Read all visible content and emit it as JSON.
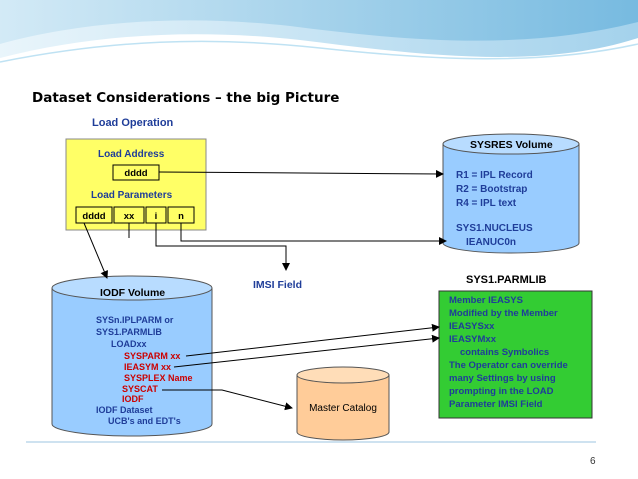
{
  "slide": {
    "title": "Dataset Considerations – the big Picture",
    "page_number": "6"
  },
  "load_operation": {
    "heading": "Load Operation",
    "address_label": "Load Address",
    "address_value": "dddd",
    "parameters_label": "Load Parameters",
    "parameter_fields": [
      "dddd",
      "xx",
      "i",
      "n"
    ]
  },
  "sysres": {
    "title": "SYSRES Volume",
    "lines": [
      "R1 = IPL Record",
      "R2 = Bootstrap",
      "R4 = IPL text"
    ],
    "nucleus": "SYS1.NUCLEUS",
    "nucleus_member": "IEANUC0n"
  },
  "imsi_label": "IMSI Field",
  "parmlib": {
    "heading": "SYS1.PARMLIB",
    "lines": [
      "Member IEASYS",
      "Modified by the Member",
      "IEASYSxx",
      "IEASYMxx",
      "contains Symbolics",
      "The Operator can override",
      "many Settings by using",
      "prompting in the LOAD",
      "Parameter IMSI Field"
    ]
  },
  "iodf": {
    "title": "IODF Volume",
    "black_lines": [
      "SYSn.IPLPARM or",
      "SYS1.PARMLIB",
      "LOADxx"
    ],
    "red_lines": [
      "SYSPARM xx",
      "IEASYM xx",
      "SYSPLEX Name",
      "SYSCAT",
      "IODF"
    ],
    "bottom_lines": [
      "IODF Dataset",
      "UCB's and EDT's"
    ]
  },
  "master_catalog": "Master Catalog",
  "colors": {
    "yellow_box": "#ffff66",
    "green_box": "#33cc33",
    "cylinder_blue": "#99ccff",
    "cylinder_orange": "#ffcc99",
    "title_blue": "#1f3d99",
    "red_text": "#cc0000"
  }
}
